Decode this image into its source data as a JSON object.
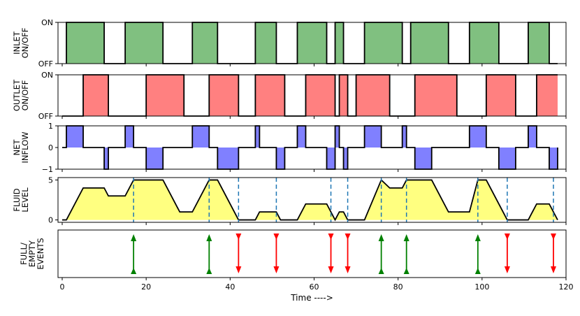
{
  "chart_data": {
    "type": "line",
    "xlabel": "Time ---->",
    "xlim": [
      -1,
      120
    ],
    "x_ticks": [
      0,
      20,
      40,
      60,
      80,
      100,
      120
    ],
    "colors": {
      "inlet": "#80c080",
      "outlet": "#ff8080",
      "net": "#8080ff",
      "level": "#ffff80",
      "full_event": "#008000",
      "empty_event": "#ff0000",
      "event_line": "#1f77b4"
    },
    "panels": [
      {
        "id": "inlet",
        "ylabel": [
          "INLET",
          "ON/OFF"
        ],
        "ylim": [
          0,
          1
        ],
        "y_ticks": [
          0,
          1
        ],
        "y_tick_labels": [
          "OFF",
          "ON"
        ],
        "points": [
          [
            1,
            0
          ],
          [
            1,
            1
          ],
          [
            10,
            1
          ],
          [
            10,
            0
          ],
          [
            15,
            0
          ],
          [
            15,
            1
          ],
          [
            24,
            1
          ],
          [
            24,
            0
          ],
          [
            31,
            0
          ],
          [
            31,
            1
          ],
          [
            37,
            1
          ],
          [
            37,
            0
          ],
          [
            46,
            0
          ],
          [
            46,
            1
          ],
          [
            51,
            1
          ],
          [
            51,
            0
          ],
          [
            56,
            0
          ],
          [
            56,
            1
          ],
          [
            63,
            1
          ],
          [
            63,
            0
          ],
          [
            65,
            0
          ],
          [
            65,
            1
          ],
          [
            67,
            1
          ],
          [
            67,
            0
          ],
          [
            72,
            0
          ],
          [
            72,
            1
          ],
          [
            81,
            1
          ],
          [
            81,
            0
          ],
          [
            83,
            0
          ],
          [
            83,
            1
          ],
          [
            92,
            1
          ],
          [
            92,
            0
          ],
          [
            97,
            0
          ],
          [
            97,
            1
          ],
          [
            104,
            1
          ],
          [
            104,
            0
          ],
          [
            111,
            0
          ],
          [
            111,
            1
          ],
          [
            116,
            1
          ],
          [
            116,
            0
          ],
          [
            118,
            0
          ]
        ]
      },
      {
        "id": "outlet",
        "ylabel": [
          "OUTLET",
          "ON/OFF"
        ],
        "ylim": [
          0,
          1
        ],
        "y_ticks": [
          0,
          1
        ],
        "y_tick_labels": [
          "OFF",
          "ON"
        ],
        "points": [
          [
            0,
            0
          ],
          [
            5,
            0
          ],
          [
            5,
            1
          ],
          [
            11,
            1
          ],
          [
            11,
            0
          ],
          [
            20,
            0
          ],
          [
            20,
            1
          ],
          [
            29,
            1
          ],
          [
            29,
            0
          ],
          [
            35,
            0
          ],
          [
            35,
            1
          ],
          [
            42,
            1
          ],
          [
            42,
            0
          ],
          [
            46,
            0
          ],
          [
            46,
            1
          ],
          [
            53,
            1
          ],
          [
            53,
            0
          ],
          [
            58,
            0
          ],
          [
            58,
            1
          ],
          [
            65,
            1
          ],
          [
            65,
            0
          ],
          [
            66,
            0
          ],
          [
            66,
            1
          ],
          [
            68,
            1
          ],
          [
            68,
            0
          ],
          [
            70,
            0
          ],
          [
            70,
            1
          ],
          [
            78,
            1
          ],
          [
            78,
            0
          ],
          [
            84,
            0
          ],
          [
            84,
            1
          ],
          [
            94,
            1
          ],
          [
            94,
            0
          ],
          [
            101,
            0
          ],
          [
            101,
            1
          ],
          [
            108,
            1
          ],
          [
            108,
            0
          ],
          [
            113,
            0
          ],
          [
            113,
            1
          ],
          [
            118,
            1
          ]
        ]
      },
      {
        "id": "net",
        "ylabel": [
          "NET",
          "INFLOW"
        ],
        "ylim": [
          -1,
          1
        ],
        "y_ticks": [
          -1,
          0,
          1
        ],
        "y_tick_labels": [
          "−1",
          "0",
          "1"
        ],
        "points": [
          [
            0,
            0
          ],
          [
            1,
            0
          ],
          [
            1,
            1
          ],
          [
            5,
            1
          ],
          [
            5,
            0
          ],
          [
            10,
            0
          ],
          [
            10,
            -1
          ],
          [
            11,
            -1
          ],
          [
            11,
            0
          ],
          [
            15,
            0
          ],
          [
            15,
            1
          ],
          [
            17,
            1
          ],
          [
            17,
            0
          ],
          [
            20,
            0
          ],
          [
            20,
            -1
          ],
          [
            24,
            -1
          ],
          [
            24,
            0
          ],
          [
            31,
            0
          ],
          [
            31,
            1
          ],
          [
            35,
            1
          ],
          [
            35,
            0
          ],
          [
            37,
            0
          ],
          [
            37,
            -1
          ],
          [
            42,
            -1
          ],
          [
            42,
            0
          ],
          [
            46,
            0
          ],
          [
            46,
            1
          ],
          [
            47,
            1
          ],
          [
            47,
            0
          ],
          [
            51,
            0
          ],
          [
            51,
            -1
          ],
          [
            53,
            -1
          ],
          [
            53,
            0
          ],
          [
            56,
            0
          ],
          [
            56,
            1
          ],
          [
            58,
            1
          ],
          [
            58,
            0
          ],
          [
            63,
            0
          ],
          [
            63,
            -1
          ],
          [
            65,
            -1
          ],
          [
            65,
            1
          ],
          [
            66,
            1
          ],
          [
            66,
            0
          ],
          [
            67,
            0
          ],
          [
            67,
            -1
          ],
          [
            68,
            -1
          ],
          [
            68,
            0
          ],
          [
            72,
            0
          ],
          [
            72,
            1
          ],
          [
            76,
            1
          ],
          [
            76,
            0
          ],
          [
            81,
            0
          ],
          [
            81,
            1
          ],
          [
            82,
            1
          ],
          [
            82,
            0
          ],
          [
            84,
            0
          ],
          [
            84,
            -1
          ],
          [
            88,
            -1
          ],
          [
            88,
            0
          ],
          [
            97,
            0
          ],
          [
            97,
            1
          ],
          [
            101,
            1
          ],
          [
            101,
            0
          ],
          [
            104,
            0
          ],
          [
            104,
            -1
          ],
          [
            108,
            -1
          ],
          [
            108,
            0
          ],
          [
            111,
            0
          ],
          [
            111,
            1
          ],
          [
            113,
            1
          ],
          [
            113,
            0
          ],
          [
            116,
            0
          ],
          [
            116,
            -1
          ],
          [
            118,
            -1
          ],
          [
            118,
            0
          ]
        ]
      },
      {
        "id": "level",
        "ylabel": [
          "FLUID",
          "LEVEL"
        ],
        "ylim": [
          -0.3,
          5.3
        ],
        "y_ticks": [
          0,
          5
        ],
        "y_tick_labels": [
          "0",
          "5"
        ],
        "points": [
          [
            0,
            0
          ],
          [
            1,
            0
          ],
          [
            5,
            4
          ],
          [
            10,
            4
          ],
          [
            11,
            3
          ],
          [
            15,
            3
          ],
          [
            17,
            5
          ],
          [
            24,
            5
          ],
          [
            28,
            1
          ],
          [
            31,
            1
          ],
          [
            35,
            5
          ],
          [
            37,
            5
          ],
          [
            42,
            0
          ],
          [
            46,
            0
          ],
          [
            47,
            1
          ],
          [
            51,
            1
          ],
          [
            52,
            0
          ],
          [
            56,
            0
          ],
          [
            58,
            2
          ],
          [
            63,
            2
          ],
          [
            65,
            0
          ],
          [
            66,
            1
          ],
          [
            67,
            1
          ],
          [
            68,
            0
          ],
          [
            72,
            0
          ],
          [
            76,
            5
          ],
          [
            78,
            4
          ],
          [
            81,
            4
          ],
          [
            82,
            5
          ],
          [
            88,
            5
          ],
          [
            92,
            1
          ],
          [
            97,
            1
          ],
          [
            99,
            5
          ],
          [
            101,
            5
          ],
          [
            106,
            0
          ],
          [
            111,
            0
          ],
          [
            113,
            2
          ],
          [
            116,
            2
          ],
          [
            118,
            0
          ]
        ],
        "event_lines": [
          17,
          35,
          42,
          51,
          64,
          68,
          76,
          82,
          99,
          106,
          117
        ]
      },
      {
        "id": "events",
        "ylabel": [
          "FULL/",
          "EMPTY",
          "EVENTS"
        ],
        "full_events": [
          17,
          35,
          76,
          82,
          99
        ],
        "empty_events": [
          42,
          51,
          64,
          68,
          106,
          117
        ]
      }
    ]
  }
}
